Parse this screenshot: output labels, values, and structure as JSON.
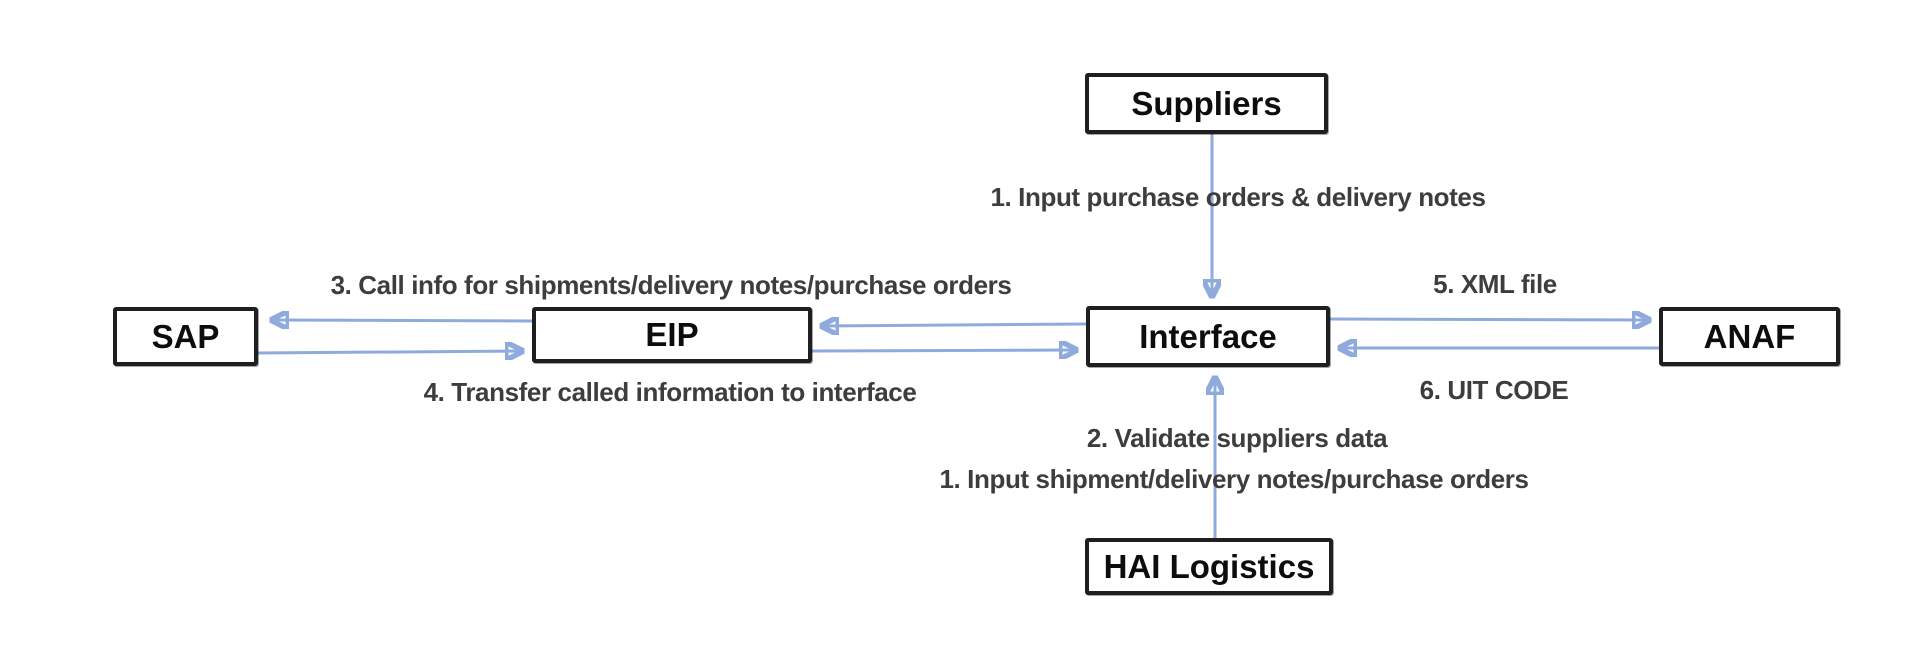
{
  "diagram": {
    "type": "flow-diagram",
    "background": "#ffffff",
    "colors": {
      "box_fill": "#ffffff",
      "box_border": "#1f1f1f",
      "box_text": "#0d0d0d",
      "label_text": "#3d3d3d",
      "arrow_line": "#8faadc",
      "arrow_head": "#4472c4"
    },
    "nodes": {
      "suppliers": {
        "label": "Suppliers"
      },
      "sap": {
        "label": "SAP"
      },
      "eip": {
        "label": "EIP"
      },
      "interface": {
        "label": "Interface"
      },
      "anaf": {
        "label": "ANAF"
      },
      "hai_logistics": {
        "label": "HAI Logistics"
      }
    },
    "edge_labels": {
      "input_purchase_orders": "1. Input purchase orders & delivery notes",
      "call_info": "3. Call info for shipments/delivery notes/purchase orders",
      "transfer_info": "4. Transfer called information to interface",
      "xml_file": "5. XML file",
      "uit_code": "6. UIT CODE",
      "validate_suppliers": "2. Validate suppliers data",
      "input_shipment": "1. Input shipment/delivery notes/purchase orders"
    },
    "edges": [
      {
        "from": "suppliers",
        "to": "interface",
        "direction": "down",
        "label": "1. Input purchase orders & delivery notes"
      },
      {
        "from": "eip",
        "to": "sap",
        "direction": "left",
        "label": "3. Call info for shipments/delivery notes/purchase orders"
      },
      {
        "from": "sap",
        "to": "eip",
        "direction": "right",
        "label": "4. Transfer called information to interface"
      },
      {
        "from": "interface",
        "to": "eip",
        "direction": "left",
        "label": ""
      },
      {
        "from": "eip",
        "to": "interface",
        "direction": "right",
        "label": ""
      },
      {
        "from": "interface",
        "to": "anaf",
        "direction": "right",
        "label": "5. XML file"
      },
      {
        "from": "anaf",
        "to": "interface",
        "direction": "left",
        "label": "6. UIT CODE"
      },
      {
        "from": "hai_logistics",
        "to": "interface",
        "direction": "up",
        "label": "2. Validate suppliers data / 1. Input shipment/delivery notes/purchase orders"
      }
    ]
  }
}
